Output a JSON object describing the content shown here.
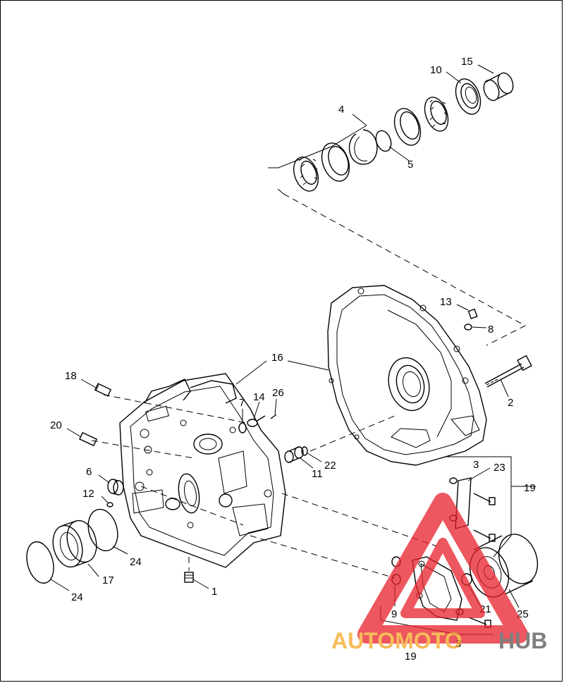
{
  "callouts": {
    "c1": "1",
    "c2": "2",
    "c3a": "3",
    "c3b": "3",
    "c4": "4",
    "c5": "5",
    "c6": "6",
    "c7": "7",
    "c8": "8",
    "c9": "9",
    "c10": "10",
    "c11": "11",
    "c12": "12",
    "c13": "13",
    "c14": "14",
    "c15": "15",
    "c16": "16",
    "c17": "17",
    "c18": "18",
    "c19a": "19",
    "c19b": "19",
    "c20": "20",
    "c21": "21",
    "c22": "22",
    "c23": "23",
    "c24a": "24",
    "c24b": "24",
    "c25": "25",
    "c26": "26"
  },
  "watermark": {
    "word_a": "AUTOMOTO",
    "word_b": "HUB",
    "color_red": "#e8202a",
    "color_orange": "#f5a623",
    "color_gray": "#555555"
  }
}
